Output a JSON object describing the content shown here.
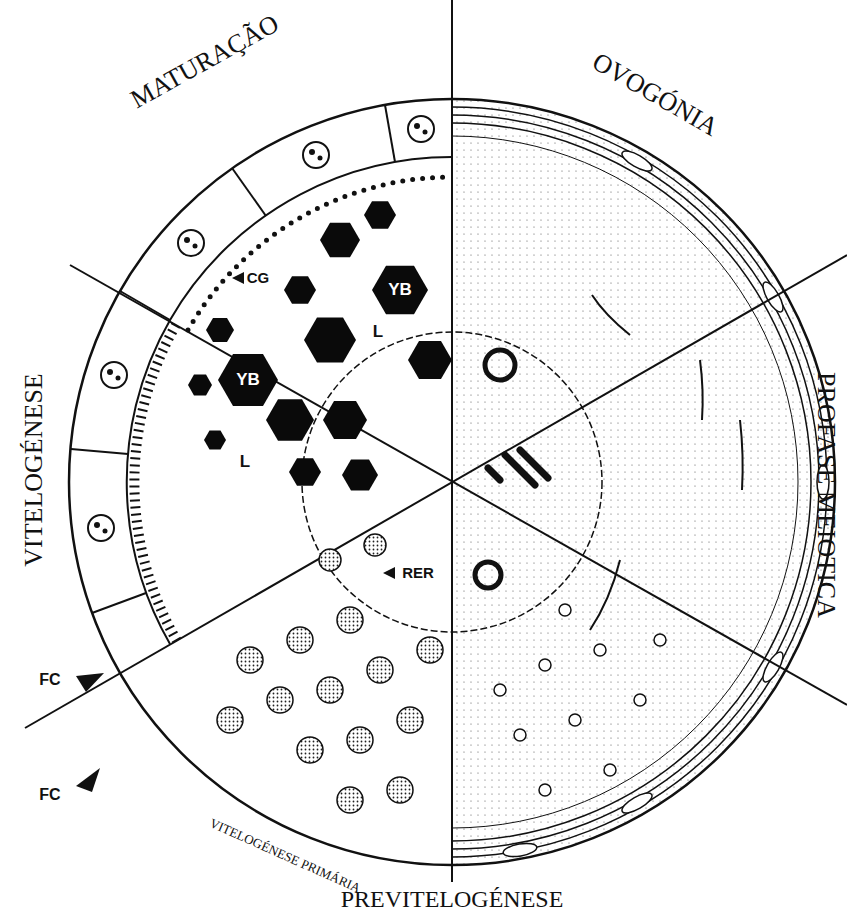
{
  "diagram": {
    "labels": [
      "MATURAÇÃO",
      "OVOGÓNIA",
      "PROFASE MEIOTICA",
      "VITELOGÉNESE",
      "CG",
      "YB",
      "L",
      "YB",
      "L",
      "RER",
      "FC",
      "FC",
      "VITELOGÉNESE PRIMÁRIA",
      "PREVITELOGÉNESE"
    ]
  }
}
